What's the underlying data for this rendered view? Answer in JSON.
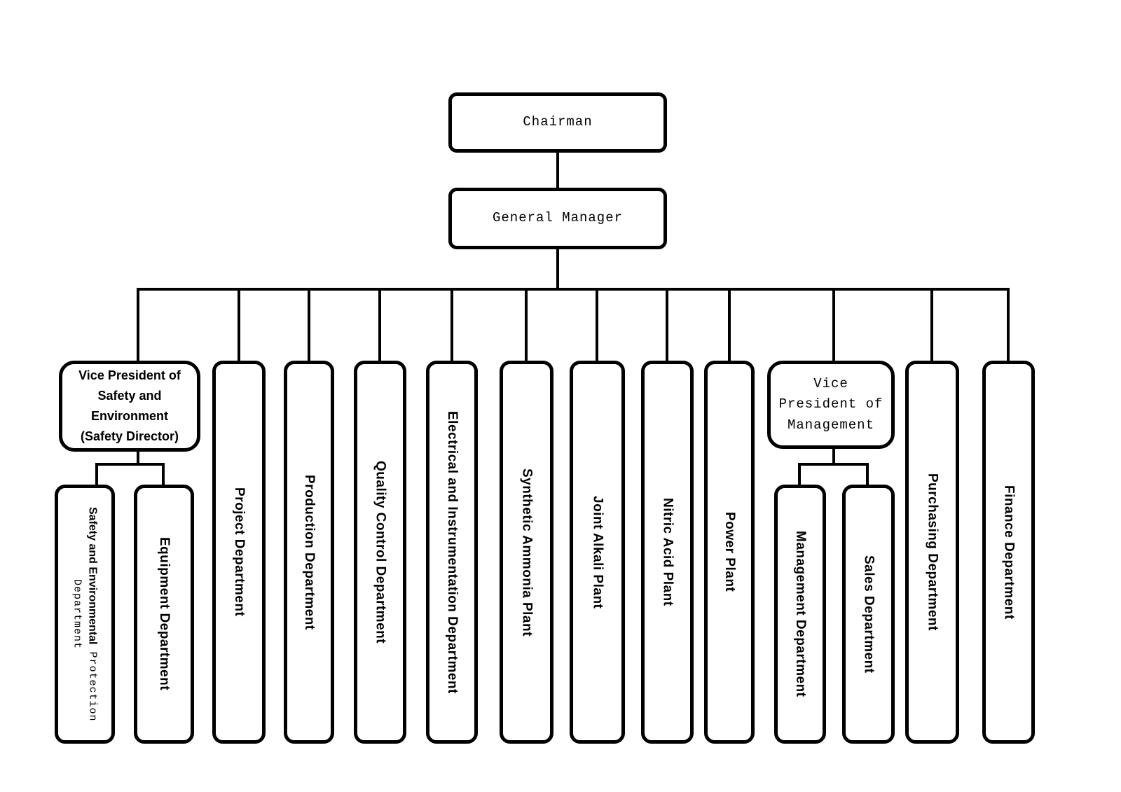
{
  "colors": {
    "border": "#000000",
    "line": "#000000",
    "background": "#ffffff",
    "text": "#000000"
  },
  "org": {
    "chairman": "Chairman",
    "general_manager": "General Manager",
    "departments": {
      "vp_safety": {
        "lines": [
          "Vice President of",
          "Safety and",
          "Environment",
          "(Safety Director)"
        ],
        "children": {
          "safety_env": {
            "name_bold": "Safety and Environmental",
            "name_regular": " Protection",
            "line2": "Department"
          },
          "equipment": "Equipment Department"
        }
      },
      "project": "Project Department",
      "production": "Production Department",
      "quality": "Quality Control Department",
      "electrical": "Electrical and Instrumentation Department",
      "synthetic": "Synthetic Ammonia Plant",
      "joint_alkali": "Joint Alkali Plant",
      "nitric": "Nitric Acid Plant",
      "power": "Power Plant",
      "vp_management": {
        "lines": [
          "Vice",
          "President of",
          "Management"
        ],
        "children": {
          "management": "Management Department",
          "sales": "Sales Department"
        }
      },
      "purchasing": "Purchasing Department",
      "finance": "Finance Department"
    }
  }
}
